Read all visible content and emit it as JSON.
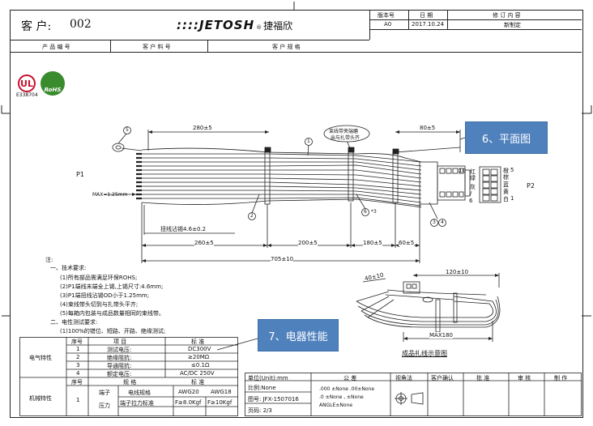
{
  "header": {
    "customer_label": "客 户:",
    "customer_value": "002",
    "brand_mark": "::::JETOSH",
    "brand_reg": "®",
    "brand_cn": "捷福欣",
    "rev_headers": [
      "版本号",
      "日 期",
      "修 订 内 容"
    ],
    "rev_row": [
      "A0",
      "2017.10.24",
      "新制定"
    ],
    "info_labels": [
      "产 品 编 号",
      "客 户 料 号",
      "客 户 规 格"
    ]
  },
  "certs": {
    "ul_id": "E338704",
    "rohs": "RoHS"
  },
  "drawing": {
    "dim_280": "280±5",
    "dim_80": "80±5",
    "dim_max": "MAX=1.25mm",
    "label_p1": "P1",
    "label_p2": "P2",
    "twist_note": "扭线沾锡4.6±0.2",
    "tie_note_1": "束线带夹端磨",
    "tie_note_2": "出与扎带头齐",
    "balloons": [
      "5",
      "1",
      "2",
      "6",
      "*3",
      "3",
      "4"
    ],
    "dim_260": "260±5",
    "dim_200": "200±5",
    "dim_180": "180±5",
    "dim_60": "60±5",
    "dim_705": "705±10",
    "p2_pins": {
      "left_top": "10",
      "right_top": "5",
      "left_bottom": "6",
      "right_bottom": "1",
      "left_colors": [
        "红",
        "绿",
        "灰",
        "/"
      ],
      "right_colors": [
        "橙",
        "棕",
        "蓝",
        "黄",
        "白"
      ]
    }
  },
  "callouts": {
    "plan_view": "6、平面图",
    "electrical": "7、电器性能"
  },
  "notes": {
    "note_head": "注:",
    "tech_head": "一、技术要求:",
    "tech_items": [
      "(1)所有部品需满足环保ROHS;",
      "(2)P1端线末端全上锡,上锡尺寸:4.6mm;",
      "(3)P1端扭线沾锡OD小于1.25mm;",
      "(4)束线带头切到与扎带头平齐;",
      "(5)每箱内包装与成品数量相同的束线带。"
    ],
    "elec_head": "二、电性测试要求:",
    "elec_item": "(1)100%的错位、短路、开路、绝缘测试;"
  },
  "sketch": {
    "dim_40": "40±10",
    "dim_120": "120±10",
    "dim_max180": "MAX180",
    "caption": "成品扎线示意图"
  },
  "elec_table": {
    "section": "电气特性",
    "headers": [
      "序号",
      "项 目",
      "标 准"
    ],
    "rows": [
      [
        "1",
        "测试电压:",
        "DC300V"
      ],
      [
        "2",
        "绝缘阻抗:",
        "≥20MΩ"
      ],
      [
        "3",
        "导通阻抗:",
        "≤0.1Ω"
      ],
      [
        "4",
        "额定电压:",
        "AC/DC 250V"
      ]
    ]
  },
  "mech_table": {
    "section": "机械特性",
    "headers": [
      "序号",
      "规 格",
      "标 准"
    ],
    "num": "1",
    "col1": [
      "端子",
      "压力"
    ],
    "col2": [
      "电线规格",
      "端子拉力标准"
    ],
    "awg20": "AWG20",
    "awg18": "AWG18",
    "f20": "F≥8.0Kgf",
    "f18": "F≥10Kgf"
  },
  "titleblock": {
    "unit": "单位(Unit):mm",
    "scale": "比例:None",
    "drawing_no": "图号: JFX-1507016",
    "page": "页码: 2/3",
    "tol_head": "公 差",
    "tol_lines": [
      ".000 ±None .00±None",
      ".0 ±None , ±None",
      "ANGLE±None"
    ],
    "view_head": "视角法",
    "customer_confirm": "客户确认",
    "approve": "批 准",
    "review": "审 核",
    "make": "制 作"
  },
  "colors": {
    "callout_bg": "#4f81bd",
    "ul_red": "#c8102e",
    "rohs_green": "#3a8a2e"
  }
}
